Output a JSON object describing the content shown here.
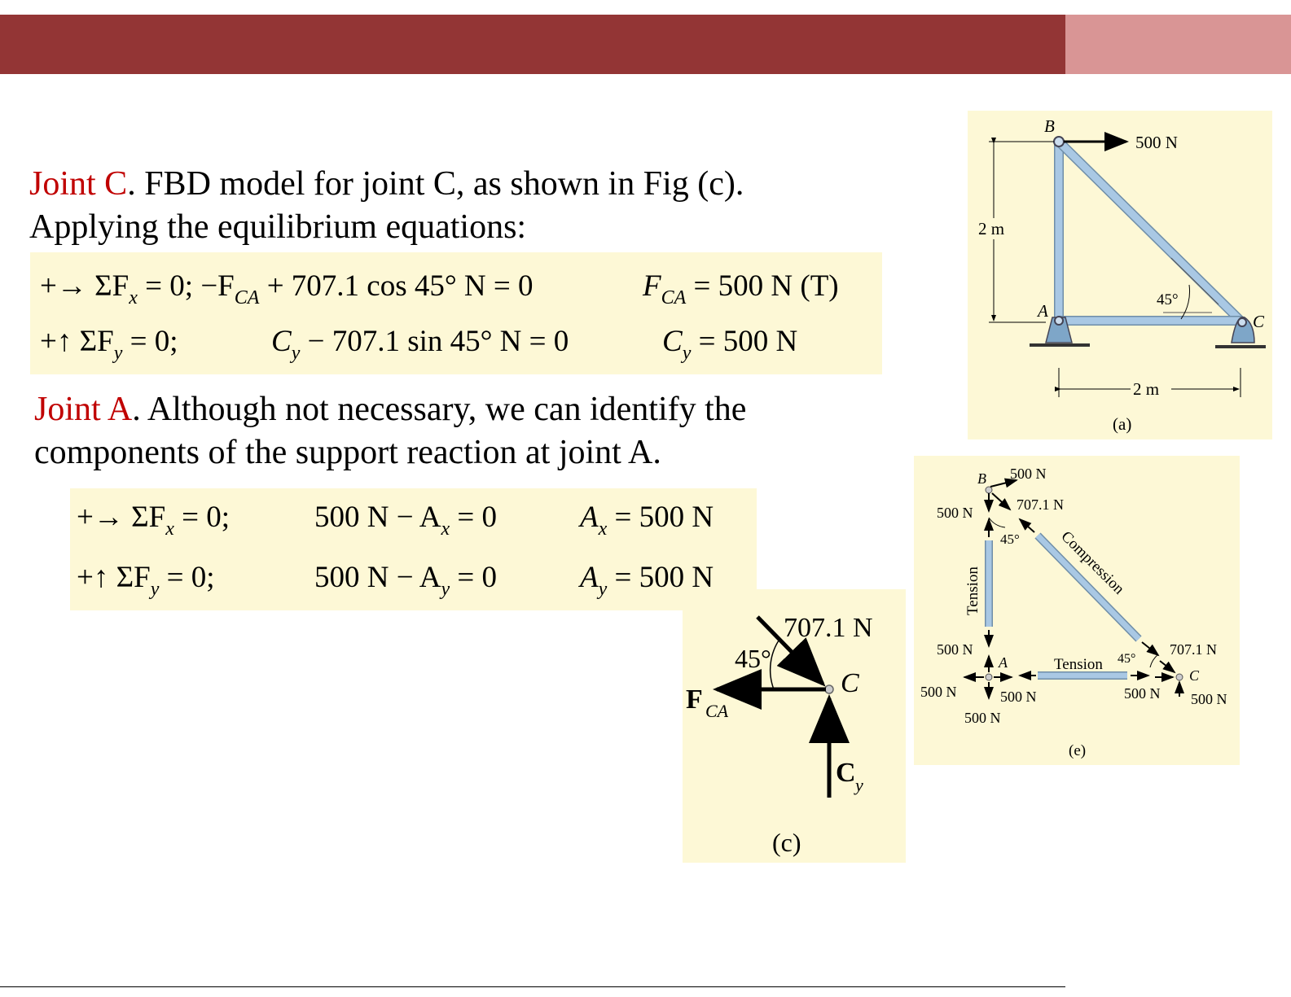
{
  "joint_c": {
    "heading": "Joint C",
    "line1_rest": ". FBD model for joint C, as shown in Fig (c).",
    "line2": "Applying the equilibrium equations:",
    "eq1_sign": "+→",
    "eq1_sum": "ΣF",
    "eq1_sub": "x",
    "eq1_zero": " = 0;",
    "eq1_a": " −F",
    "eq1_a_sub": "CA",
    "eq1_b": " + 707.1 cos 45° N = 0",
    "eq1_res": "F",
    "eq1_res_sub": "CA",
    "eq1_res_val": " = 500 N (T)",
    "eq2_sign": "+↑",
    "eq2_sum": "ΣF",
    "eq2_sub": "y",
    "eq2_zero": " = 0;",
    "eq2_a": "C",
    "eq2_a_sub": "y",
    "eq2_b": " − 707.1 sin 45° N = 0",
    "eq2_res": "C",
    "eq2_res_sub": "y",
    "eq2_res_val": " = 500 N"
  },
  "joint_a": {
    "heading": "Joint A",
    "line1_rest": ". Although not necessary, we can identify the",
    "line2": "components of the support reaction at joint A.",
    "eq1_sign": "+→",
    "eq1_sum": "ΣF",
    "eq1_sub": "x",
    "eq1_zero": " = 0;",
    "eq1_a": "500 N − A",
    "eq1_a_sub": "x",
    "eq1_b": " = 0",
    "eq1_res": "A",
    "eq1_res_sub": "x",
    "eq1_res_val": " = 500 N",
    "eq2_sign": "+↑",
    "eq2_sum": "ΣF",
    "eq2_sub": "y",
    "eq2_zero": " = 0;",
    "eq2_a": "500 N − A",
    "eq2_a_sub": "y",
    "eq2_b": " = 0",
    "eq2_res": "A",
    "eq2_res_sub": "y",
    "eq2_res_val": " = 500 N"
  },
  "fig_a": {
    "label_b": "B",
    "label_a": "A",
    "label_c": "C",
    "force": "500 N",
    "height": "2 m",
    "width": "2 m",
    "angle": "45°",
    "caption": "(a)"
  },
  "fig_c": {
    "force": "707.1 N",
    "angle": "45°",
    "label_c": "C",
    "fca": "F",
    "fca_sub": "CA",
    "cy": "C",
    "cy_sub": "y",
    "caption": "(c)"
  },
  "fig_e": {
    "label_b": "B",
    "label_a": "A",
    "label_c": "C",
    "b_right": "500 N",
    "b_left": "500 N",
    "b_diag": "707.1 N",
    "b_angle": "45°",
    "compression": "Compression",
    "tension_v": "Tension",
    "tension_h": "Tension",
    "a_top": "500 N",
    "a_left": "500 N",
    "a_right": "500 N",
    "a_bottom": "500 N",
    "c_diag": "707.1 N",
    "c_angle": "45°",
    "c_left": "500 N",
    "c_right": "500 N",
    "caption": "(e)"
  },
  "colors": {
    "header": "#933535",
    "header_accent": "#d99595",
    "highlight": "#fdf8d6",
    "member": "#a9c8e4",
    "heading_red": "#c00000"
  }
}
